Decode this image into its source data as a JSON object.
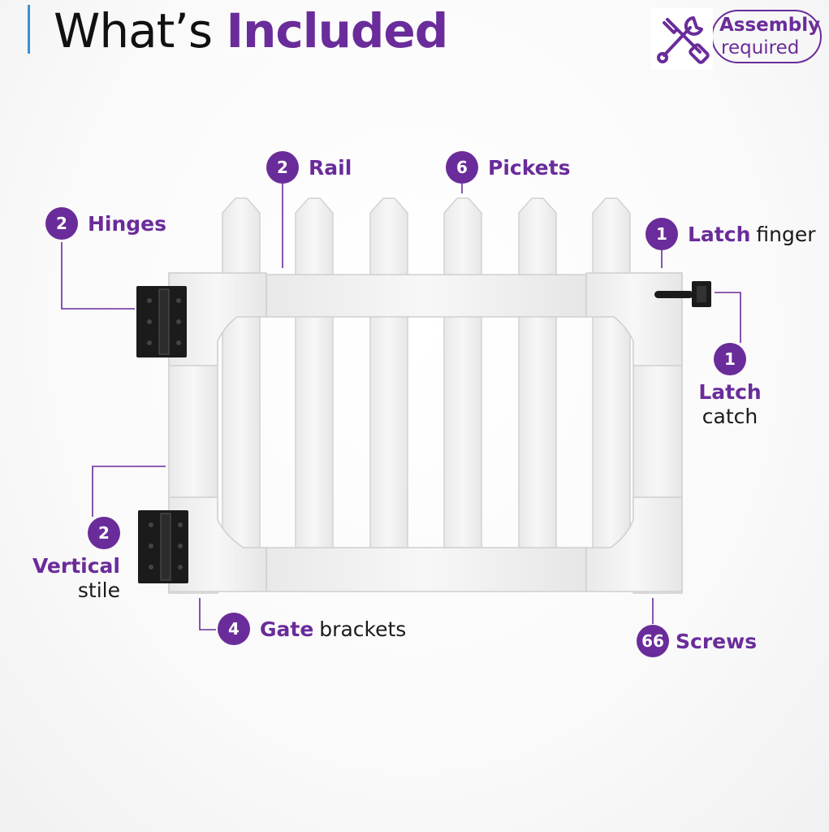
{
  "header": {
    "title_part1": "What’s",
    "title_part2": "Included"
  },
  "assembly": {
    "line1": "Assembly",
    "line2": "required",
    "icon": "wrench-screwdriver-icon"
  },
  "colors": {
    "accent_purple": "#6a2c9a",
    "title_bar_blue": "#3a8fd0",
    "gate_white": "#f4f4f4",
    "hardware_black": "#1b1b1b"
  },
  "components": {
    "rail": {
      "count": "2",
      "bold": "Rail",
      "regular": ""
    },
    "pickets": {
      "count": "6",
      "bold": "Pickets",
      "regular": ""
    },
    "hinges": {
      "count": "2",
      "bold": "Hinges",
      "regular": ""
    },
    "latch_finger": {
      "count": "1",
      "bold": "Latch",
      "regular": "finger"
    },
    "latch_catch": {
      "count": "1",
      "bold": "Latch",
      "regular": "catch"
    },
    "vertical_stile": {
      "count": "2",
      "bold": "Vertical",
      "regular": "stile"
    },
    "gate_brackets": {
      "count": "4",
      "bold": "Gate",
      "regular": "brackets"
    },
    "screws": {
      "count": "66",
      "bold": "Screws",
      "regular": ""
    }
  }
}
